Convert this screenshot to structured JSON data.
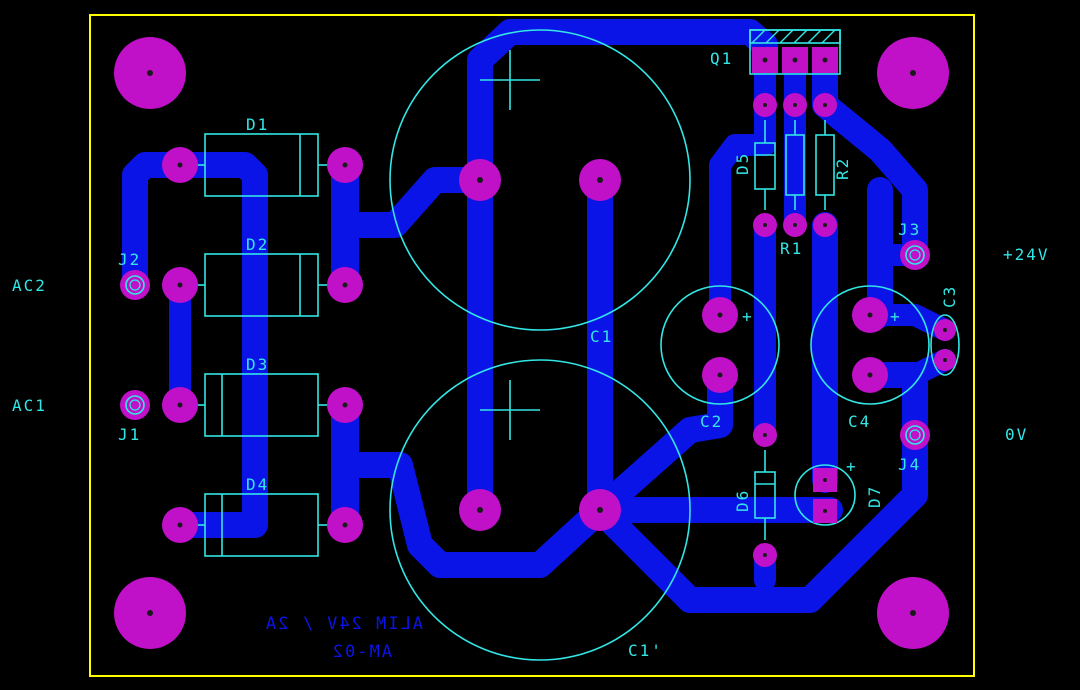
{
  "board": {
    "outline_color": "#ffff00",
    "copper_color": "#0a14e6",
    "pad_color": "#c010c8",
    "silk_color": "#33e6e6",
    "mirrored_text_lines": [
      "ALIM 24V / 2A",
      "AM-02"
    ]
  },
  "labels": {
    "ac2": "AC2",
    "ac1": "AC1",
    "v24": "+24V",
    "zero_v": "0V"
  },
  "components": {
    "d1": "D1",
    "d2": "D2",
    "d3": "D3",
    "d4": "D4",
    "d5": "D5",
    "d6": "D6",
    "d7": "D7",
    "j1": "J1",
    "j2": "J2",
    "j3": "J3",
    "j4": "J4",
    "c1": "C1",
    "c1b": "C1'",
    "c2": "C2",
    "c3": "C3",
    "c4": "C4",
    "q1": "Q1",
    "r1": "R1",
    "r2": "R2",
    "plus": "+"
  }
}
